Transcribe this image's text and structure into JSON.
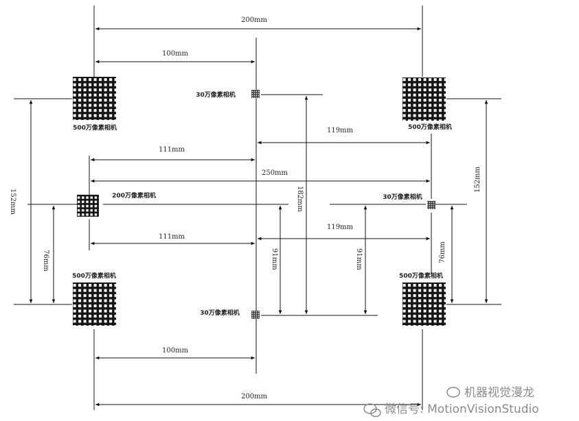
{
  "dimensions": {
    "top_200": "200mm",
    "top_100": "100mm",
    "right_119_upper": "119mm",
    "left_111_upper": "111mm",
    "mid_250": "250mm",
    "left_152": "152mm",
    "right_152": "152mm",
    "mid_182": "182mm",
    "left_76": "76mm",
    "right_76": "76mm",
    "right_119_lower": "119mm",
    "left_111_lower": "111mm",
    "mid_91_left": "91mm",
    "mid_91_right": "91mm",
    "bottom_100": "100mm",
    "bottom_200": "200mm"
  },
  "cameras": {
    "top_left": "500万像素相机",
    "top_right": "500万像素相机",
    "bottom_left": "500万像素相机",
    "bottom_right": "500万像素相机",
    "center_top": "30万像素相机",
    "center_bottom": "30万像素相机",
    "left_mid": "200万像素相机",
    "right_mid": "30万像素相机"
  },
  "watermark": {
    "account": "机器视觉漫龙",
    "id": "微信号: MotionVisionStudio"
  }
}
